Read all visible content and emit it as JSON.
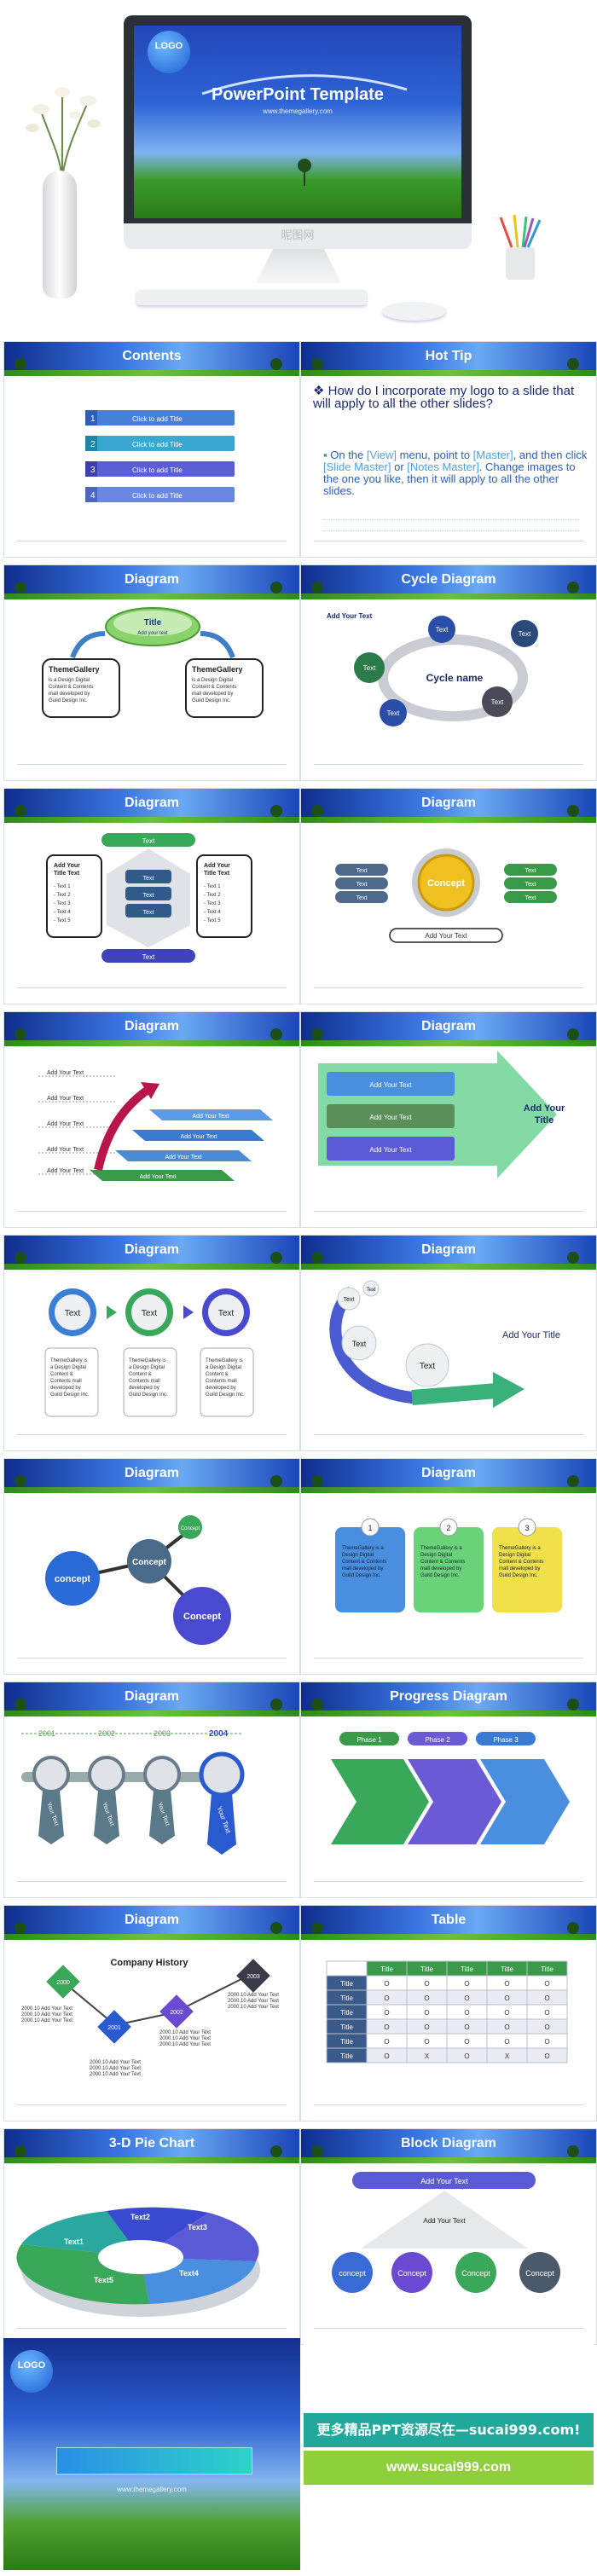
{
  "hero": {
    "logo": "LOGO",
    "title": "PowerPoint Template",
    "subtitle": "www.themegallery.com",
    "watermark": "昵图网"
  },
  "slides": {
    "contents": {
      "title": "Contents",
      "items": [
        "Click to add Title",
        "Click to add Title",
        "Click to add Title",
        "Click to add Title"
      ],
      "numbers": [
        "1",
        "2",
        "3",
        "4"
      ]
    },
    "hottip": {
      "title": "Hot Tip",
      "question": "How do I incorporate my logo to a slide that will apply to all the other slides?",
      "answer_pre": "On the ",
      "view": "[View]",
      "answer_mid": " menu, point to ",
      "master": "[Master]",
      "answer_mid2": ", and then click ",
      "slide_master": "[Slide Master]",
      "answer_or": " or ",
      "notes_master": "[Notes Master]",
      "answer_post": ". Change images to the one you like, then it will apply to all the other slides."
    },
    "diagram1": {
      "title": "Diagram",
      "center_title": "Title",
      "center_sub": "Add your text",
      "left_title": "ThemeGallery",
      "left_body": "is a Design Digital Content & Contents mall developed by Guild Design Inc.",
      "right_title": "ThemeGallery",
      "right_body": "is a Design Digital Content & Contents mall developed by Guild Design Inc."
    },
    "cycle": {
      "title": "Cycle Diagram",
      "add_text": "Add Your Text",
      "center": "Cycle name",
      "nodes": [
        "Text",
        "Text",
        "Text",
        "Text",
        "Text"
      ]
    },
    "diagram3": {
      "title": "Diagram",
      "top": "Text",
      "bottom": "Text",
      "left_title": "Add Your Title Text",
      "right_title": "Add Your Title Text",
      "list": [
        "- Text 1",
        "- Text 2",
        "- Text 3",
        "- Text 4",
        "- Text 5"
      ],
      "stack": [
        "Text",
        "Text",
        "Text"
      ]
    },
    "diagram4": {
      "title": "Diagram",
      "center": "Concept",
      "left": [
        "Text",
        "Text",
        "Text"
      ],
      "right": [
        "Text",
        "Text",
        "Text"
      ],
      "caption": "Add Your Text"
    },
    "diagram5": {
      "title": "Diagram",
      "rows": [
        "Add Your Text",
        "Add Your Text",
        "Add Your Text",
        "Add Your Text",
        "Add Your Text"
      ],
      "steps": [
        "Add Your Text",
        "Add Your Text",
        "Add Your Text",
        "Add Your Text"
      ]
    },
    "diagram6": {
      "title": "Diagram",
      "bars": [
        "Add Your Text",
        "Add Your Text",
        "Add Your Text"
      ],
      "arrow_title": "Add Your Title"
    },
    "diagram7": {
      "title": "Diagram",
      "circles": [
        "Text",
        "Text",
        "Text"
      ],
      "body": "ThemeGallery is a Design Digital Content & Contents mall developed by Guild Design Inc."
    },
    "diagram8": {
      "title": "Diagram",
      "circles": [
        "Text",
        "Text",
        "Text",
        "Text"
      ],
      "add_title": "Add Your Title"
    },
    "diagram9": {
      "title": "Diagram",
      "nodes": [
        "concept",
        "Concept",
        "Concept",
        "Concept"
      ]
    },
    "diagram10": {
      "title": "Diagram",
      "numbers": [
        "1",
        "2",
        "3"
      ],
      "body": "ThemeGallery is a Design Digital Content & Contents mall developed by Guild Design Inc."
    },
    "diagram11": {
      "title": "Diagram",
      "years": [
        "2001",
        "2002",
        "2003",
        "2004"
      ],
      "keys": [
        "Your Text",
        "Your Text",
        "Your Text",
        "Your Text"
      ]
    },
    "progress": {
      "title": "Progress Diagram",
      "phases": [
        "Phase 1",
        "Phase 2",
        "Phase 3"
      ]
    },
    "history": {
      "title": "Diagram",
      "heading": "Company History",
      "years": [
        "2000",
        "2001",
        "2002",
        "2003"
      ],
      "note": "2000.10  Add Your Text"
    },
    "table": {
      "title": "Table",
      "header": [
        "",
        "Title",
        "Title",
        "Title",
        "Title",
        "Title"
      ],
      "rows": [
        [
          "Title",
          "O",
          "O",
          "O",
          "O",
          "O"
        ],
        [
          "Title",
          "O",
          "O",
          "O",
          "O",
          "O"
        ],
        [
          "Title",
          "O",
          "O",
          "O",
          "O",
          "O"
        ],
        [
          "Title",
          "O",
          "O",
          "O",
          "O",
          "O"
        ],
        [
          "Title",
          "O",
          "O",
          "O",
          "O",
          "O"
        ],
        [
          "Title",
          "O",
          "X",
          "O",
          "X",
          "O"
        ]
      ]
    },
    "pie": {
      "title": "3-D Pie Chart",
      "labels": [
        "Text1",
        "Text2",
        "Text3",
        "Text4",
        "Text5"
      ]
    },
    "block": {
      "title": "Block Diagram",
      "top": "Add Your Text",
      "mid": "Add Your Text",
      "items": [
        "concept",
        "Concept",
        "Concept",
        "Concept"
      ]
    }
  },
  "end": {
    "logo": "LOGO",
    "url": "www.themegallery.com",
    "promo1": "更多精品PPT资源尽在—sucai999.com!",
    "promo2": "www.sucai999.com"
  }
}
